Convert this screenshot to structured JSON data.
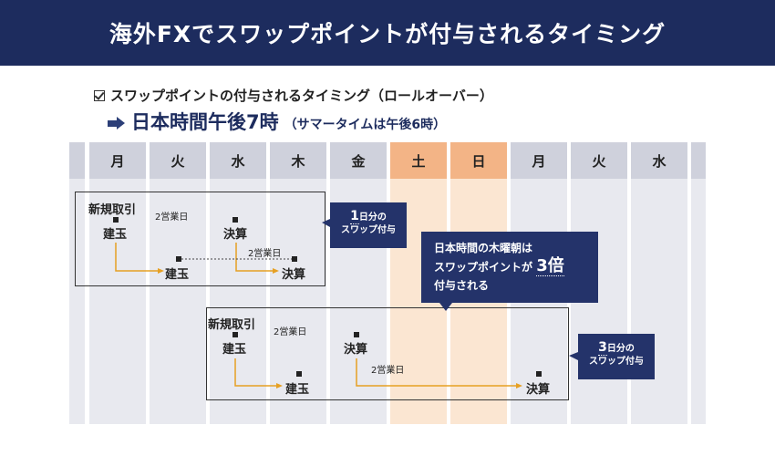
{
  "header": {
    "title": "海外FXでスワップポイントが付与されるタイミング"
  },
  "subtitle": {
    "text": "スワップポイントの付与されるタイミング（ロールオーバー）"
  },
  "answer": {
    "main": "日本時間午後7時",
    "note": "（サマータイムは午後6時）"
  },
  "days": [
    "月",
    "火",
    "水",
    "木",
    "金",
    "土",
    "日",
    "月",
    "火",
    "水"
  ],
  "example1": {
    "new_trade": "新規取引",
    "open": "建玉",
    "business_days": "2営業日",
    "settle": "決算",
    "open2": "建玉",
    "business_days2": "2営業日",
    "settle2": "決算"
  },
  "example2": {
    "new_trade": "新規取引",
    "open": "建玉",
    "business_days": "2営業日",
    "settle": "決算",
    "open2": "建玉",
    "business_days2": "2営業日",
    "settle2": "決算"
  },
  "callouts": {
    "one_day": {
      "big": "1",
      "rest": "日分の",
      "line2": "スワップ付与"
    },
    "main": {
      "line1": "日本時間の木曜朝は",
      "line2_pre": "スワップポイントが",
      "line2_big": "3倍",
      "line3": "付与される"
    },
    "three_day": {
      "big": "3",
      "rest": "日分の",
      "line2": "スワップ付与"
    }
  },
  "colors": {
    "navy": "#1d2c5e",
    "column": "#e8e9ef",
    "column_head": "#cfd1dc",
    "weekend": "#fbe6d2",
    "weekend_head": "#f3b486",
    "line": "#e6a023"
  }
}
